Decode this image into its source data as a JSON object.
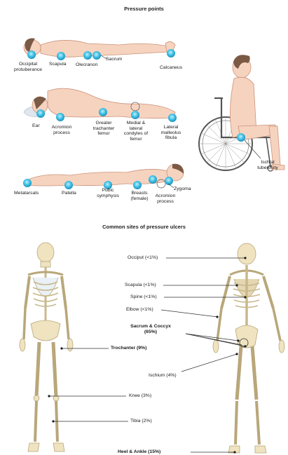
{
  "titles": {
    "pressure_points": "Pressure points",
    "ulcer_sites": "Common sites of pressure ulcers"
  },
  "supine": {
    "occipital": [
      "Occipital",
      "protuberance"
    ],
    "scapula": "Scapula",
    "olecranon": "Olecranon",
    "sacrum": "Sacrum",
    "calcaneus": "Calcaneus"
  },
  "lateral": {
    "ear": "Ear",
    "acromion": [
      "Acromion",
      "process"
    ],
    "greater_trochanter": [
      "Greater",
      "trachanter",
      "femur"
    ],
    "condyles": [
      "Medial &",
      "lateral",
      "condyles of",
      "femur"
    ],
    "malleolus": [
      "Lateral",
      "malleolus",
      "fibula"
    ]
  },
  "prone": {
    "metatarsals": "Metatarsals",
    "patella": "Patella",
    "pubic": [
      "Pubic",
      "symphysis"
    ],
    "breasts": [
      "Breasts",
      "(female)"
    ],
    "acromion": [
      "Acromion",
      "process"
    ],
    "zygoma": "Zygoma"
  },
  "seated": {
    "ischial": [
      "Ischial",
      "tuberosity"
    ]
  },
  "ulcers": {
    "occiput": "Occiput (<1%)",
    "scapula": "Scapula (<1%)",
    "spine": "Spine (<1%)",
    "elbow": "Elbow (<1%)",
    "sacrum": [
      "Sacrum & Coccyx",
      "(65%)"
    ],
    "trochanter": "Trochanter (9%)",
    "ischium": "Ischium (4%)",
    "knee": "Knee (3%)",
    "tibia": "Tibia (2%)",
    "heel": "Heel & Ankle (15%)"
  },
  "colors": {
    "skin": "#f6d3bf",
    "skin_outline": "#c9937a",
    "point": "#3fc1e6",
    "bone": "#efe3c0",
    "bone_outline": "#b9a77a",
    "hair": "#7a5a45"
  }
}
